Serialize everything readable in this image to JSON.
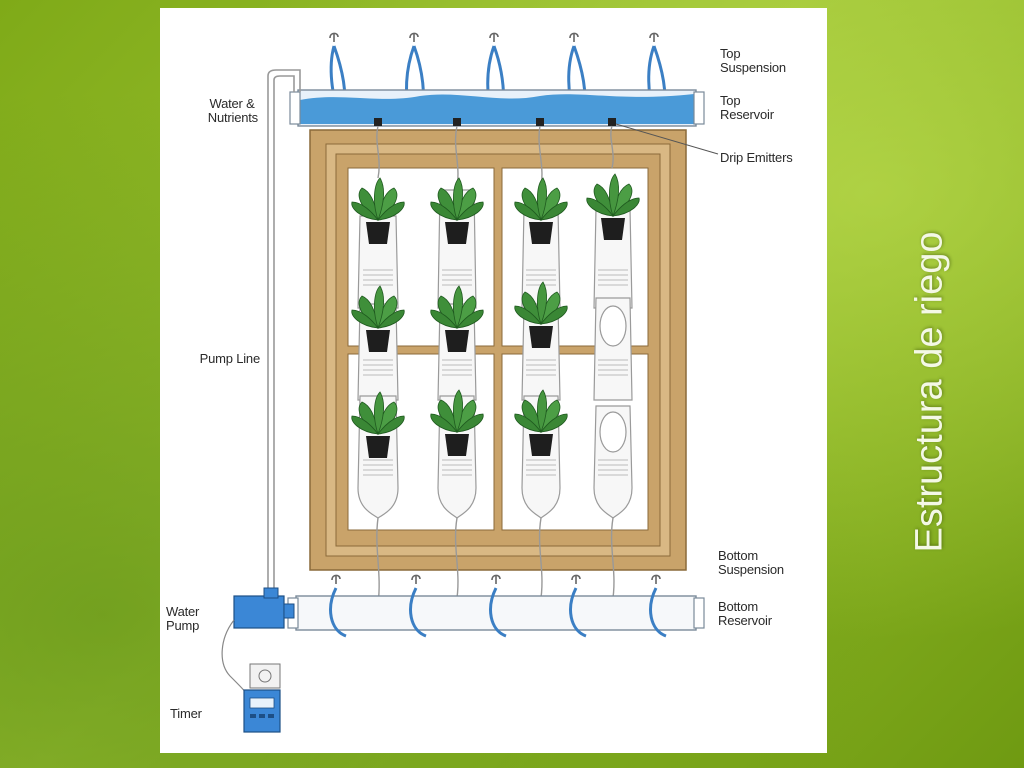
{
  "slide": {
    "title": "Estructura de riego"
  },
  "labels": {
    "top_suspension": [
      "Top",
      "Suspension"
    ],
    "top_reservoir": [
      "Top",
      "Reservoir"
    ],
    "drip_emitters": "Drip Emitters",
    "water_nutrients": [
      "Water &",
      "Nutrients"
    ],
    "pump_line": "Pump Line",
    "bottom_suspension": [
      "Bottom",
      "Suspension"
    ],
    "bottom_reservoir": [
      "Bottom",
      "Reservoir"
    ],
    "water_pump": [
      "Water",
      "Pump"
    ],
    "timer": "Timer"
  },
  "colors": {
    "water": "#4a9ad8",
    "wood": "#c9a36a",
    "wood_outline": "#8a6a3a",
    "leaf": "#3f8f3a",
    "pump": "#3b87d6",
    "pot": "#1e1e1e"
  },
  "icons": [
    "hook-icon",
    "plant-icon",
    "bottle-icon",
    "pump-icon",
    "timer-icon",
    "outlet-icon"
  ]
}
